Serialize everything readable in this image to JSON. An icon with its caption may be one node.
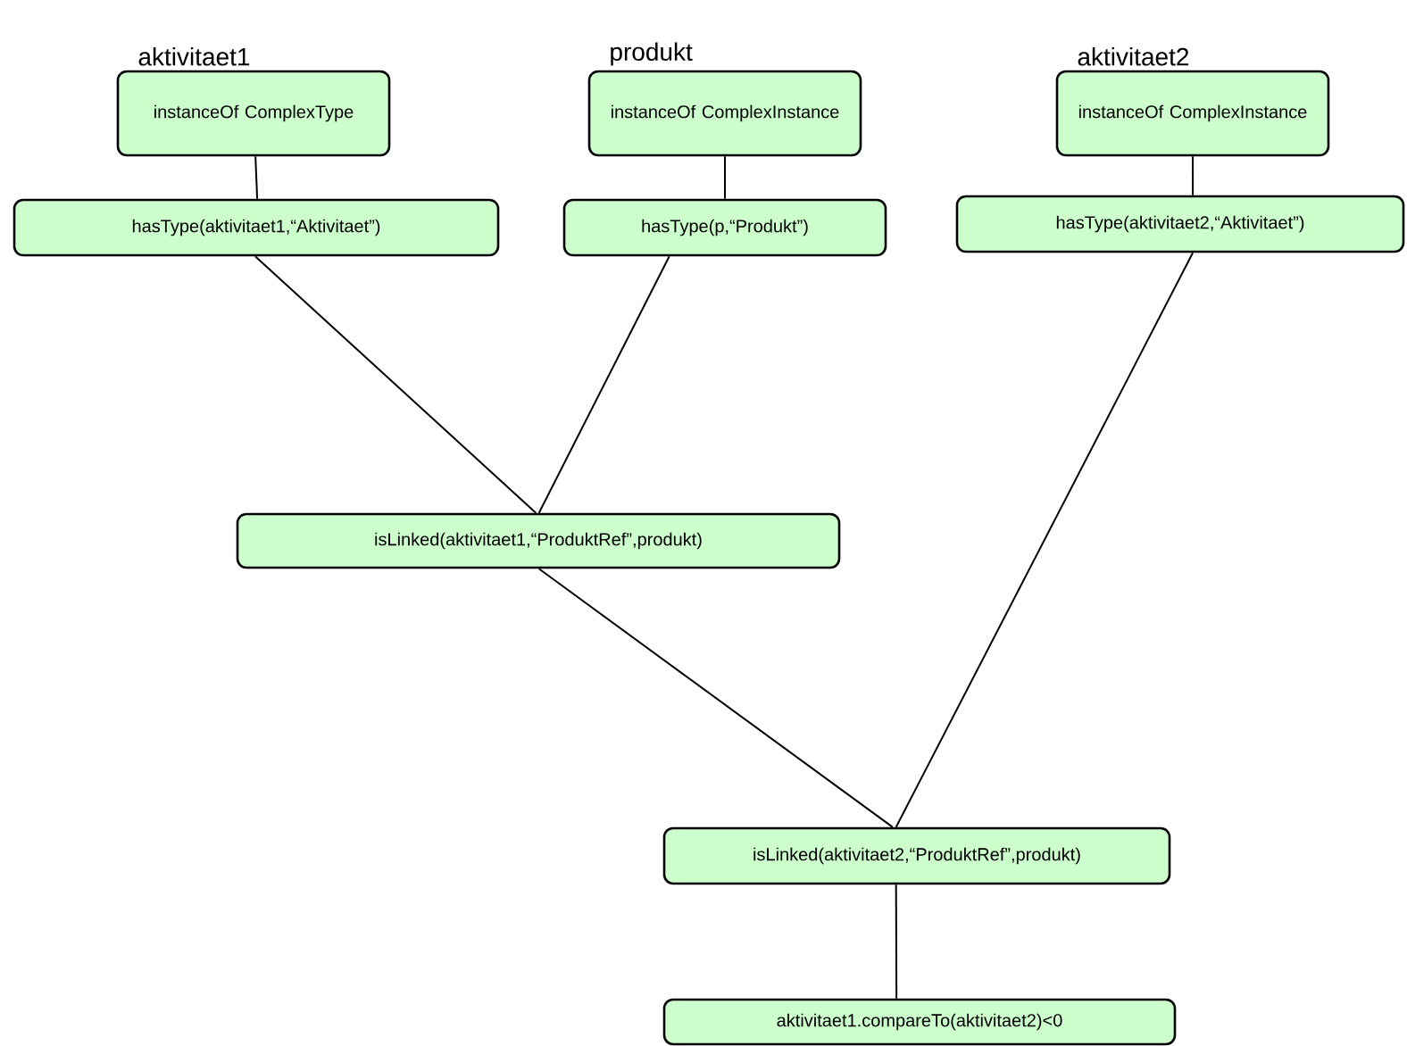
{
  "diagram": {
    "nodes": [
      {
        "text": [
          "aktivitaet1",
          "instanceOf ComplexType"
        ]
      },
      {
        "text": [
          "produkt",
          "instanceOf ComplexInstance"
        ]
      },
      {
        "text": [
          "aktivitaet2",
          "instanceOf ComplexInstance"
        ]
      },
      {
        "text": [
          "hasType(aktivitaet1,“Aktivitaet”)"
        ]
      },
      {
        "text": [
          "hasType(p,“Produkt”)"
        ]
      },
      {
        "text": [
          "hasType(aktivitaet2,“Aktivitaet”)"
        ]
      },
      {
        "text": [
          "isLinked(aktivitaet1,“ProduktRef”,produkt)"
        ]
      },
      {
        "text": [
          "isLinked(aktivitaet2,“ProduktRef”,produkt)"
        ]
      },
      {
        "text": [
          "aktivitaet1.compareTo(aktivitaet2)<0"
        ]
      }
    ],
    "edges": [
      {
        "from": 0,
        "to": 3,
        "arrow": "none"
      },
      {
        "from": 1,
        "to": 4,
        "arrow": "none"
      },
      {
        "from": 2,
        "to": 5,
        "arrow": "none"
      },
      {
        "from": 3,
        "to": 6,
        "arrow": "none"
      },
      {
        "from": 4,
        "to": 6,
        "arrow": "none"
      },
      {
        "from": 6,
        "to": 7,
        "arrow": "none"
      },
      {
        "from": 5,
        "to": 7,
        "arrow": "none"
      },
      {
        "from": 7,
        "to": 8,
        "arrow": "none"
      }
    ]
  }
}
